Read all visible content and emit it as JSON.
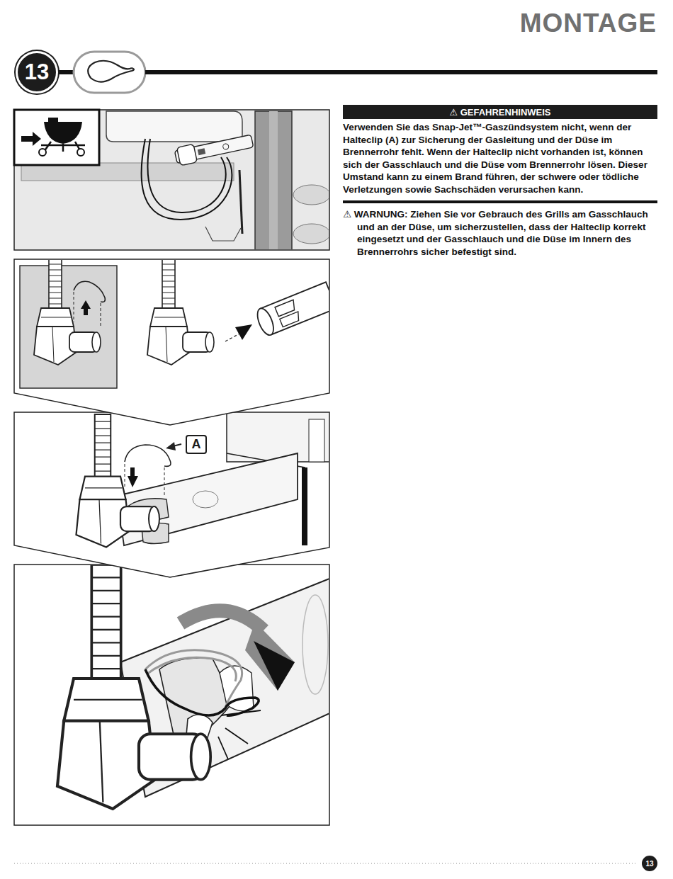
{
  "diagram": {
    "title": "MONTAGE",
    "nodes": [
      {
        "text": [
          "13"
        ]
      },
      {
        "text": [
          "⚠ GEFAHRENHINWEIS"
        ]
      },
      {
        "text": [
          "A"
        ]
      },
      {
        "text": [
          "13"
        ]
      }
    ],
    "edges": [],
    "labels": [
      "Verwenden Sie das Snap-Jet™-Gaszündsystem nicht, wenn der Halteclip (A) zur Sicherung der Gasleitung und der Düse im Brennerrohr fehlt. Wenn der Halteclip nicht vorhanden ist, können sich der Gasschlauch und die Düse vom Brennerrohr lösen. Dieser Umstand kann zu einem Brand führen, der schwere oder tödliche Verletzungen sowie Sachschäden verursachen kann.",
      "⚠ WARNUNG: Ziehen Sie vor Gebrauch des Grills am Gasschlauch und an der Düse, um sicherzustellen, dass der Halteclip korrekt eingesetzt und der Gasschlauch und die Düse im Innern des Brennerrohrs sicher befestigt sind."
    ]
  }
}
